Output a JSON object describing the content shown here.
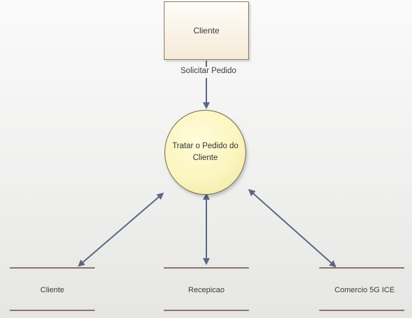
{
  "entity": {
    "label": "Cliente"
  },
  "flow_in": {
    "label": "Solicitar Pedido"
  },
  "process": {
    "label": "Tratar o Pedido do Cliente"
  },
  "stores": [
    {
      "label": "Cliente"
    },
    {
      "label": "Recepicao"
    },
    {
      "label": "Comercio 5G ICE"
    }
  ],
  "colors": {
    "arrow": "#5a6782",
    "store_line": "#8a7568",
    "process_fill": "#fbf5bf",
    "entity_fill": "#f5ead8"
  }
}
